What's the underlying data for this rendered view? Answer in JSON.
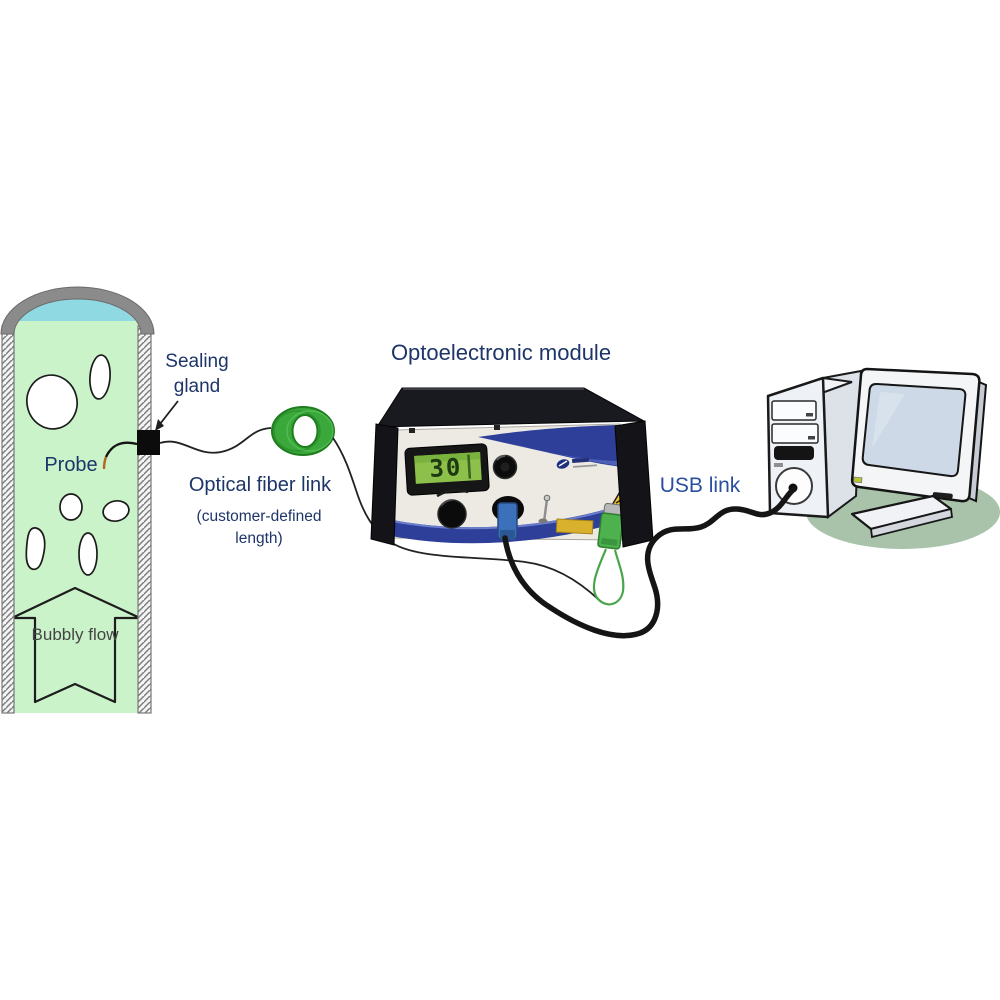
{
  "labels": {
    "sealing_gland": "Sealing gland",
    "probe": "Probe",
    "bubbly_flow": "Bubbly flow",
    "optical_fiber_link": "Optical fiber link",
    "fiber_note": "(customer-defined length)",
    "module_title": "Optoelectronic module",
    "usb_link": "USB link"
  },
  "module": {
    "lcd_value": "30"
  },
  "icons": {
    "laser_warning_icon": "⚠",
    "flow_arrow_icon": "up-arrow-outline"
  },
  "colors": {
    "label_text": "#1d3569",
    "usb_label_text": "#2a4f9f",
    "pipe_liquid_green": "#cbf3ca",
    "pipe_top_liquid_cyan": "#8fd9e2",
    "pipe_cap_gray": "#8b8b8b",
    "fiber_coil_green": "#3aa83a",
    "module_panel": "#eceae3",
    "module_wave_blue": "#2d3f99",
    "lcd_green": "#8cc04a",
    "warning_yellow": "#f2c71d",
    "fiber_connector_green": "#4db14d",
    "usb_connector_blue": "#3c70ba",
    "cable_black": "#151515",
    "computer_shadow_green": "#a9c3ab"
  }
}
